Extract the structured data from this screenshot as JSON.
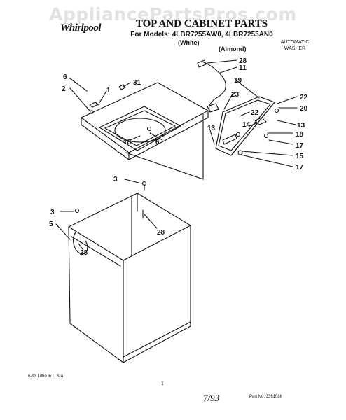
{
  "watermark": "AppliancePartsPros.com",
  "header": {
    "brand": "Whirlpool",
    "title": "TOP AND CABINET PARTS",
    "models_line": "For Models: 4LBR7255AW0, 4LBR7255AN0",
    "color_white": "(White)",
    "color_almond": "(Almond)",
    "product_type": "AUTOMATIC\nWASHER"
  },
  "callouts": [
    {
      "id": "28",
      "label": "28"
    },
    {
      "id": "11",
      "label": "11"
    },
    {
      "id": "19",
      "label": "19"
    },
    {
      "id": "23",
      "label": "23"
    },
    {
      "id": "22a",
      "label": "22"
    },
    {
      "id": "22b",
      "label": "22"
    },
    {
      "id": "20",
      "label": "20"
    },
    {
      "id": "13a",
      "label": "13"
    },
    {
      "id": "13b",
      "label": "13"
    },
    {
      "id": "14",
      "label": "14"
    },
    {
      "id": "18a",
      "label": "18"
    },
    {
      "id": "17a",
      "label": "17"
    },
    {
      "id": "15",
      "label": "15"
    },
    {
      "id": "17b",
      "label": "17"
    },
    {
      "id": "6a",
      "label": "6"
    },
    {
      "id": "31",
      "label": "31"
    },
    {
      "id": "2",
      "label": "2"
    },
    {
      "id": "1",
      "label": "1"
    },
    {
      "id": "18b",
      "label": "18"
    },
    {
      "id": "6b",
      "label": "6"
    },
    {
      "id": "3a",
      "label": "3"
    },
    {
      "id": "3b",
      "label": "3"
    },
    {
      "id": "5",
      "label": "5"
    },
    {
      "id": "28b",
      "label": "28"
    },
    {
      "id": "28c",
      "label": "28"
    }
  ],
  "footer": {
    "print_info": "6-93 Litho in U.S.A.",
    "page_number": "1",
    "handwritten_date": "7/93",
    "part_number": "Part No. 3361086"
  }
}
